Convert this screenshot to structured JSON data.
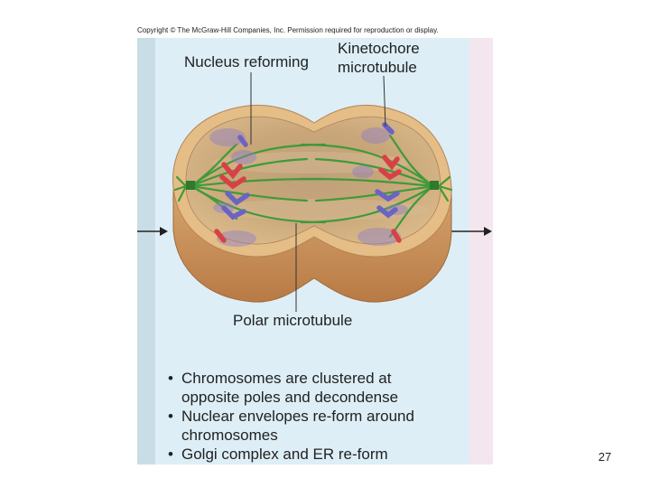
{
  "copyright": "Copyright © The McGraw-Hill Companies, Inc. Permission required for reproduction or display.",
  "labels": {
    "nucleus_reforming": "Nucleus reforming",
    "kinetochore_line1": "Kinetochore",
    "kinetochore_line2": "microtubule",
    "polar_microtubule": "Polar microtubule"
  },
  "bullets": [
    [
      "Chromosomes are clustered at",
      "opposite poles and decondense"
    ],
    [
      "Nuclear envelopes re-form around",
      "chromosomes"
    ],
    [
      "Golgi complex and ER re-form"
    ]
  ],
  "slide_number": "27",
  "colors": {
    "panel": "#ddeef6",
    "side_strip_left": "#c9dde6",
    "side_strip_right": "#f3e6ef",
    "cell_rim": "#e2b67c",
    "cell_side": "#c98d55",
    "cytoplasm": "#c9a77c",
    "spindle": "#3f9a3a",
    "chromosome_red": "#d94046",
    "chromosome_blue": "#6b63c4",
    "chromatin": "#8e7dc5"
  }
}
